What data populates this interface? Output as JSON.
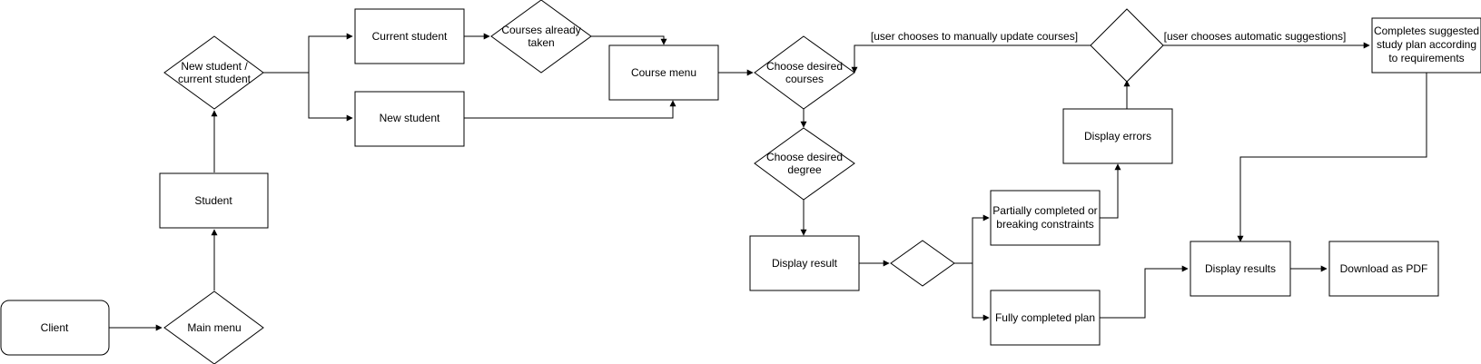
{
  "nodes": {
    "client": "Client",
    "main_menu": "Main menu",
    "student": "Student",
    "new_or_current": [
      "New student /",
      "current student"
    ],
    "current_student": "Current student",
    "new_student": "New student",
    "courses_taken": [
      "Courses already",
      "taken"
    ],
    "course_menu": "Course menu",
    "choose_courses": [
      "Choose desired",
      "courses"
    ],
    "choose_degree": [
      "Choose desired",
      "degree"
    ],
    "display_result": "Display result",
    "partially_completed": [
      "Partially completed or",
      "breaking constraints"
    ],
    "fully_completed": "Fully completed plan",
    "display_errors": "Display errors",
    "completes_suggested": [
      "Completes suggested",
      "study plan according",
      "to requirements"
    ],
    "display_results": "Display results",
    "download_pdf": "Download as PDF"
  },
  "edge_labels": {
    "manual": "[user chooses to manually update courses]",
    "automatic": "[user chooses automatic suggestions]"
  }
}
